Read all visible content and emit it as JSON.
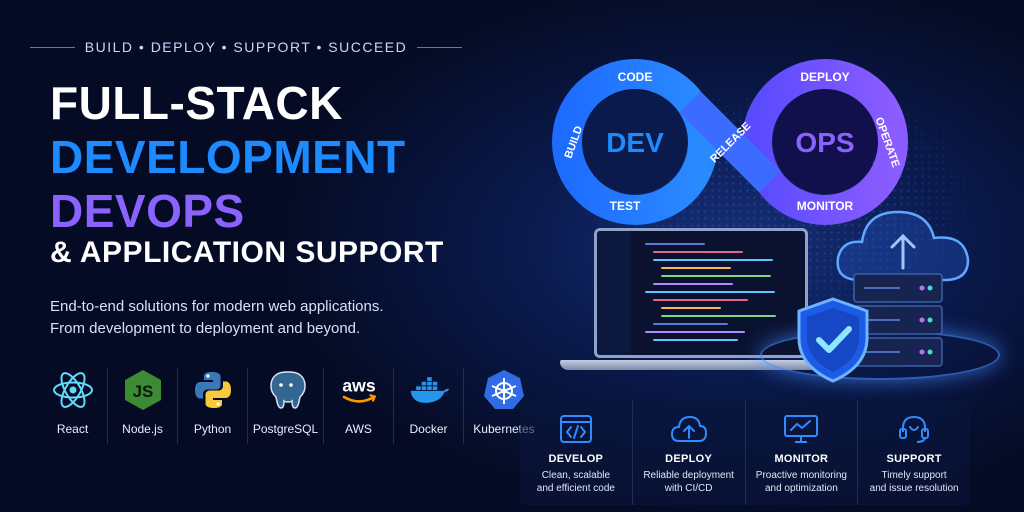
{
  "tagline": "BUILD • DEPLOY • SUPPORT • SUCCEED",
  "title": {
    "line1": "FULL-STACK",
    "line2": "DEVELOPMENT",
    "line3": "DEVOPS",
    "line4": "& APPLICATION SUPPORT"
  },
  "description": {
    "line1": "End-to-end solutions for modern web applications.",
    "line2": "From development to deployment and beyond."
  },
  "tech": [
    {
      "label": "React",
      "icon": "react-icon"
    },
    {
      "label": "Node.js",
      "icon": "nodejs-icon"
    },
    {
      "label": "Python",
      "icon": "python-icon"
    },
    {
      "label": "PostgreSQL",
      "icon": "postgresql-icon"
    },
    {
      "label": "AWS",
      "icon": "aws-icon",
      "logo_text": "aws"
    },
    {
      "label": "Docker",
      "icon": "docker-icon"
    },
    {
      "label": "Kubernetes",
      "icon": "kubernetes-icon"
    }
  ],
  "infinity": {
    "left": "DEV",
    "right": "OPS",
    "stages": {
      "code": "CODE",
      "build": "BUILD",
      "test": "TEST",
      "release": "RELEASE",
      "deploy": "DEPLOY",
      "operate": "OPERATE",
      "monitor": "MONITOR"
    }
  },
  "features": [
    {
      "title": "DEVELOP",
      "desc": "Clean, scalable\nand efficient code",
      "icon": "code-window-icon"
    },
    {
      "title": "DEPLOY",
      "desc": "Reliable deployment\nwith CI/CD",
      "icon": "cloud-upload-icon"
    },
    {
      "title": "MONITOR",
      "desc": "Proactive monitoring\nand optimization",
      "icon": "monitor-chart-icon"
    },
    {
      "title": "SUPPORT",
      "desc": "Timely support\nand issue resolution",
      "icon": "headset-icon"
    }
  ],
  "colors": {
    "background": "#050b24",
    "accent_blue": "#1d8bff",
    "accent_purple": "#8a63ff",
    "line_blue": "#3b7bff"
  }
}
